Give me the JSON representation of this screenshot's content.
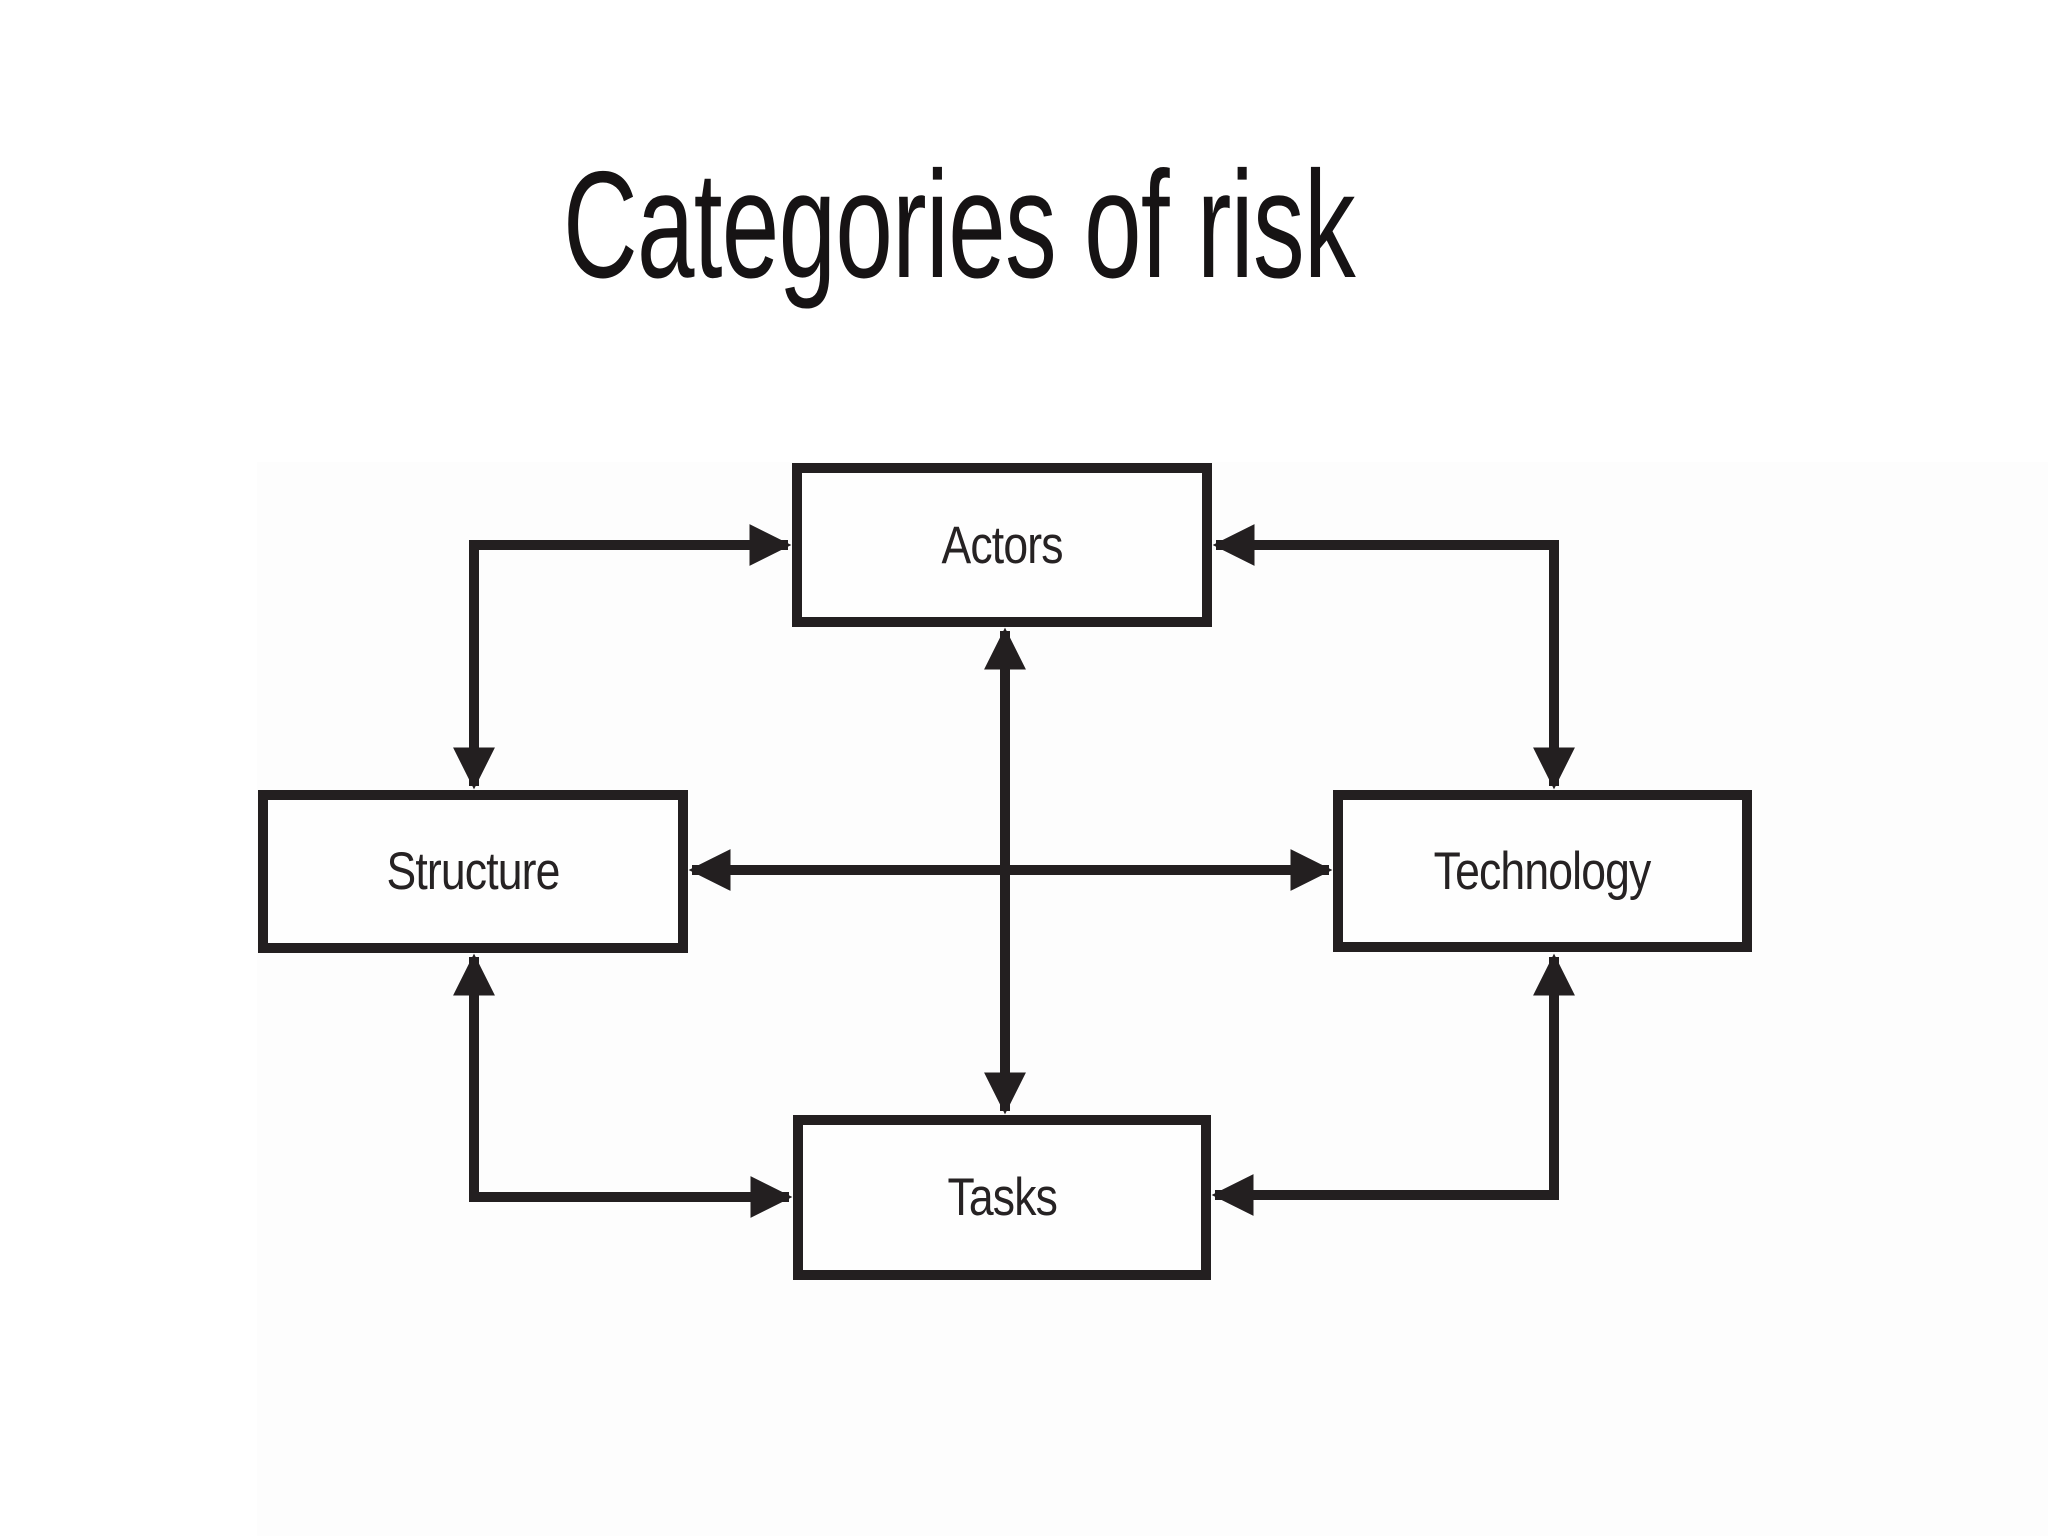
{
  "title": "Categories of risk",
  "nodes": {
    "actors": {
      "label": "Actors"
    },
    "structure": {
      "label": "Structure"
    },
    "technology": {
      "label": "Technology"
    },
    "tasks": {
      "label": "Tasks"
    }
  },
  "edges": [
    {
      "from": "Structure",
      "to": "Actors",
      "arrows": "both",
      "shape": "elbow"
    },
    {
      "from": "Actors",
      "to": "Technology",
      "arrows": "both",
      "shape": "elbow"
    },
    {
      "from": "Structure",
      "to": "Technology",
      "arrows": "both",
      "shape": "straight"
    },
    {
      "from": "Actors",
      "to": "Tasks",
      "arrows": "both",
      "shape": "straight"
    },
    {
      "from": "Structure",
      "to": "Tasks",
      "arrows": "both",
      "shape": "elbow"
    },
    {
      "from": "Tasks",
      "to": "Technology",
      "arrows": "both",
      "shape": "elbow"
    }
  ],
  "colors": {
    "ink": "#231f20",
    "page_background": "#ffffff",
    "figure_background": "#fdfdfd"
  }
}
